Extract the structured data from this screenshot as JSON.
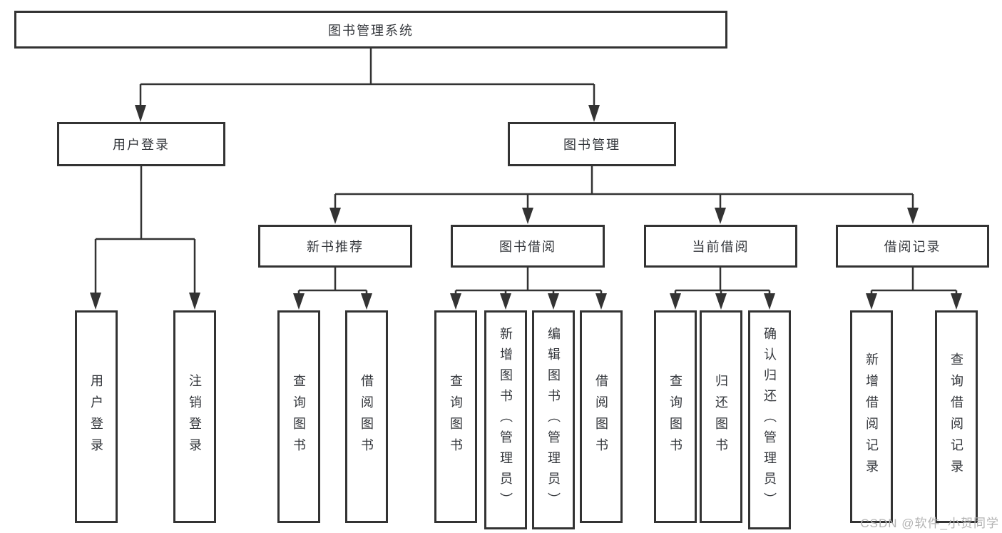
{
  "nodes": {
    "root": "图书管理系统",
    "user_login": "用户登录",
    "book_mgmt": "图书管理",
    "new_book_rec": "新书推荐",
    "book_borrow": "图书借阅",
    "current_borrow": "当前借阅",
    "borrow_records": "借阅记录",
    "leaf_user_login": "用户登录",
    "leaf_logout": "注销登录",
    "leaf_query_book_rec": "查询图书",
    "leaf_borrow_book_rec": "借阅图书",
    "leaf_query_book_borrow": "查询图书",
    "leaf_add_book": "新增图书（管理员）",
    "leaf_edit_book": "编辑图书（管理员）",
    "leaf_borrow_book_borrow": "借阅图书",
    "leaf_query_book_current": "查询图书",
    "leaf_return_book": "归还图书",
    "leaf_confirm_return": "确认归还（管理员）",
    "leaf_add_borrow_record": "新增借阅记录",
    "leaf_query_borrow_record": "查询借阅记录"
  },
  "watermark": "CSDN @软件_小贺同学",
  "colors": {
    "border": "#333333",
    "line": "#333333",
    "text": "#33363b",
    "watermark": "#b3b3b3",
    "background": "#ffffff"
  }
}
